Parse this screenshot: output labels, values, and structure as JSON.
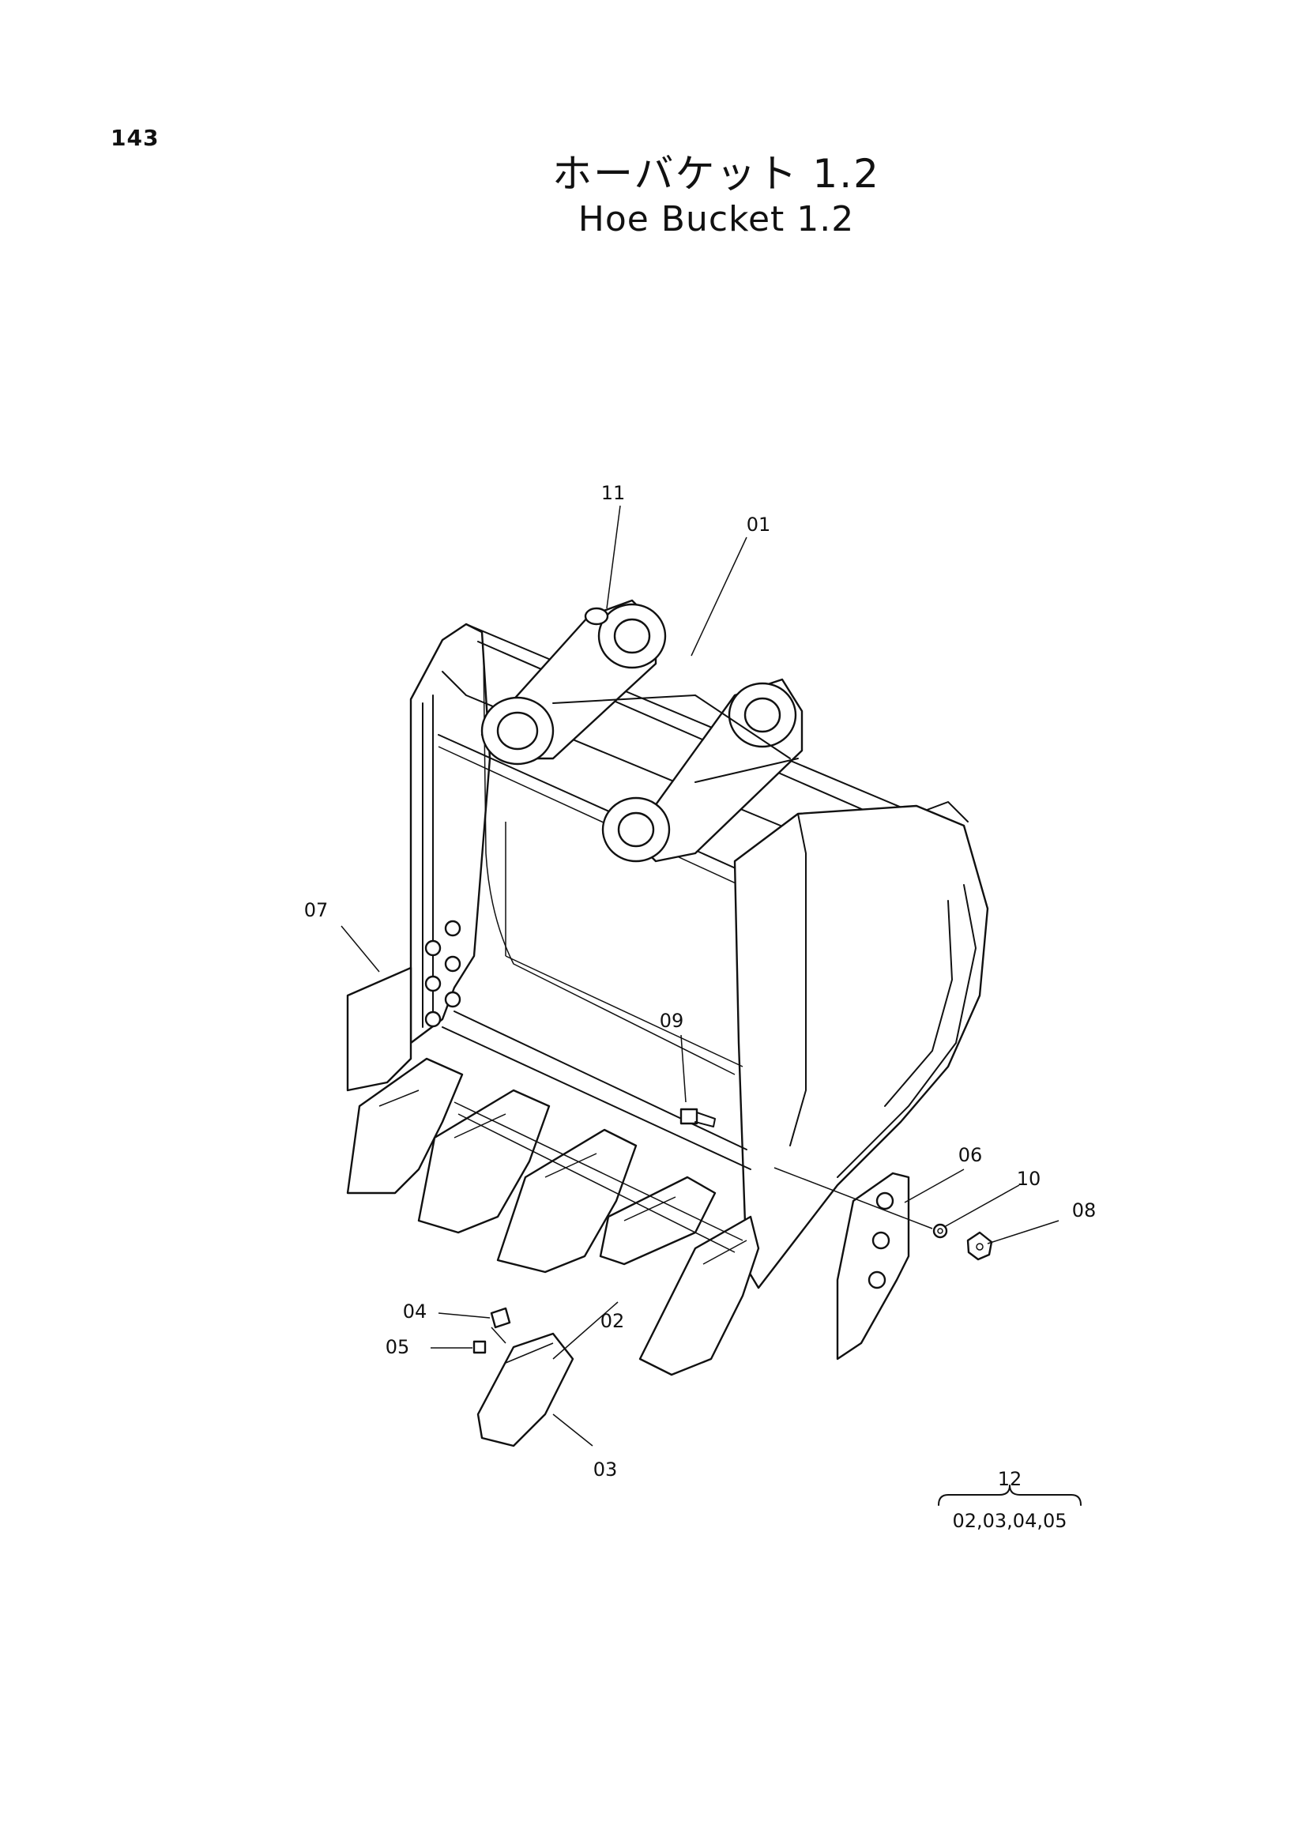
{
  "page": {
    "number": "143"
  },
  "title": {
    "japanese": "ホーバケット 1.2",
    "english": "Hoe Bucket 1.2"
  },
  "callouts": {
    "c11": "11",
    "c01": "01",
    "c07": "07",
    "c09": "09",
    "c06": "06",
    "c10": "10",
    "c08": "08",
    "c04": "04",
    "c05": "05",
    "c02": "02",
    "c03": "03"
  },
  "assembly": {
    "number": "12",
    "components": "02,03,04,05"
  }
}
